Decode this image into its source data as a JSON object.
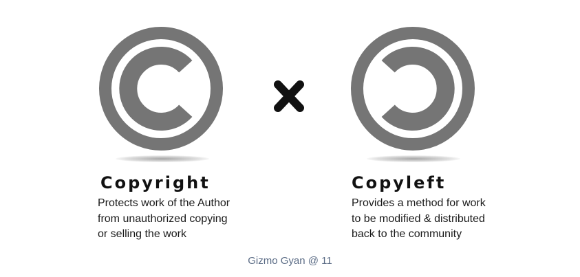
{
  "panels": [
    {
      "symbol": "copyright-icon",
      "title": "Copyright",
      "lines": [
        "Protects work of the Author",
        "from unauthorized copying",
        "or selling the work"
      ]
    },
    {
      "symbol": "copyleft-icon",
      "title": "Copyleft",
      "lines": [
        "Provides a method for work",
        "to be modified & distributed",
        "back to the community"
      ]
    }
  ],
  "separator": "x",
  "watermark": "Gizmo Gyan @ 11",
  "colors": {
    "symbol_gray": "#757575",
    "text": "#111111",
    "watermark": "#5a6b85"
  }
}
